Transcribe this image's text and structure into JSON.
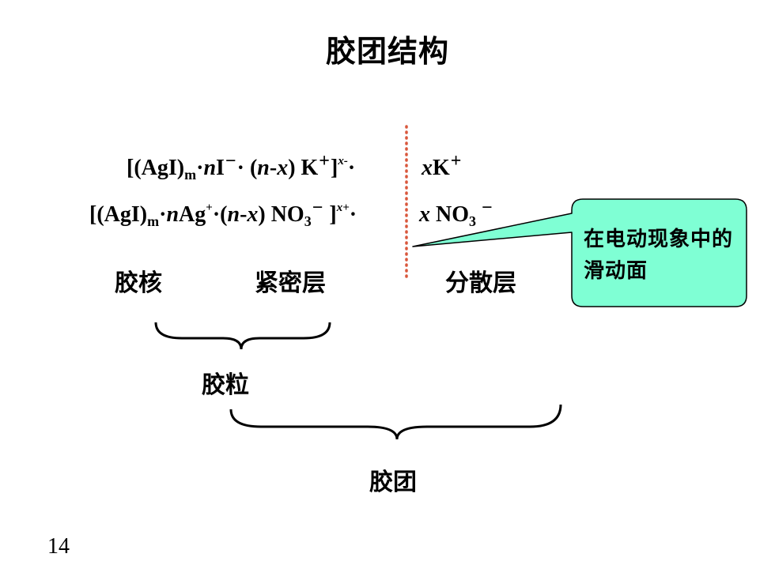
{
  "title": "胶团结构",
  "formula1": {
    "open": "[(AgI)",
    "sub_m": "m",
    "dot1": "·",
    "n": "n",
    "I": "I",
    "minus": "−",
    "dot2": "· (",
    "n2": "n",
    "dash": "-",
    "x1": "x",
    "close_paren": ") K",
    "plus": "+",
    "bracket": "]",
    "charge": "x-",
    "dot3": "·",
    "x2": "x",
    "K": "K",
    "plus2": "+"
  },
  "formula2": {
    "open": "[(AgI)",
    "sub_m": "m",
    "dot1": "·",
    "n": "n",
    "Ag": "Ag",
    "plus": "+",
    "dot2": "·(",
    "n2": "n",
    "dash": "-",
    "x1": "x",
    "close_paren": ") NO",
    "sub3": "3",
    "minus": "−",
    "bracket": " ]",
    "charge": "x+",
    "dot3": "·",
    "x2": "x",
    "NO": " NO",
    "sub3b": "3",
    "minus2": " −"
  },
  "labels": {
    "core": "胶核",
    "compact_layer": "紧密层",
    "diffuse_layer": "分散层",
    "particle": "胶粒",
    "micelle": "胶团"
  },
  "callout": "在电动现象中的滑动面",
  "page_number": "14",
  "colors": {
    "callout_fill": "#7fffd4",
    "dotted_line": "#d9573c",
    "text": "#000000"
  }
}
